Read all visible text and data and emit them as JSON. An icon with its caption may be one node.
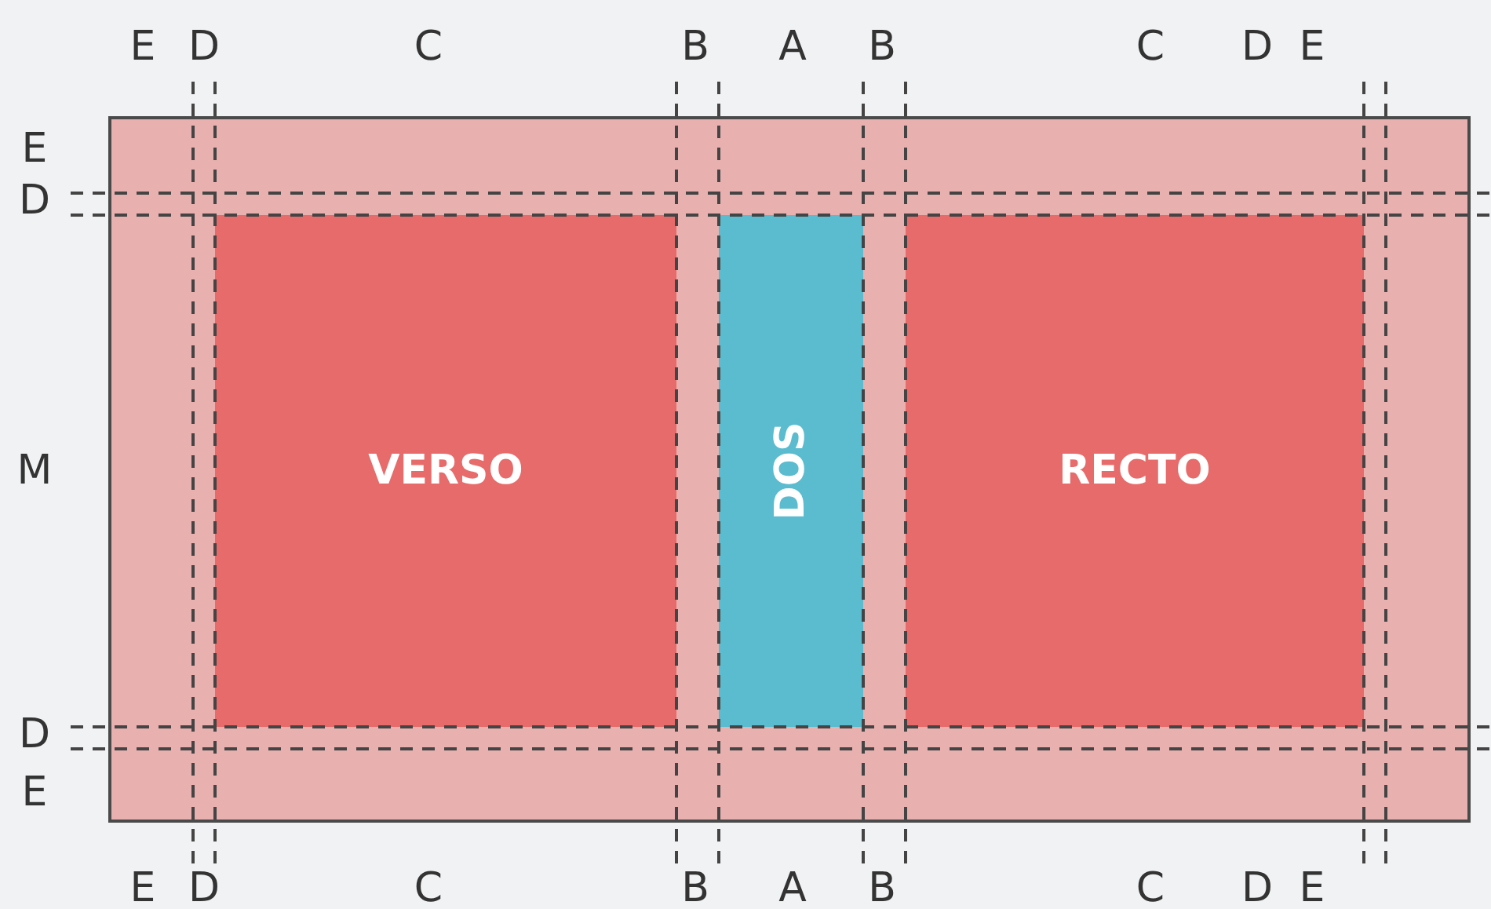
{
  "diagram": {
    "nodes": [
      {
        "text": [],
        "shape": "box"
      },
      {
        "text": [
          "VERSO"
        ],
        "in": 0
      },
      {
        "text": [
          "DOS"
        ],
        "in": 0
      },
      {
        "text": [
          "RECTO"
        ],
        "in": 0
      }
    ],
    "edges": [],
    "labels": [
      "E",
      "D",
      "C",
      "B",
      "A",
      "B",
      "C",
      "D",
      "E",
      "E",
      "D",
      "M",
      "D",
      "E",
      "E",
      "D",
      "C",
      "B",
      "A",
      "B",
      "C",
      "D",
      "E"
    ]
  }
}
